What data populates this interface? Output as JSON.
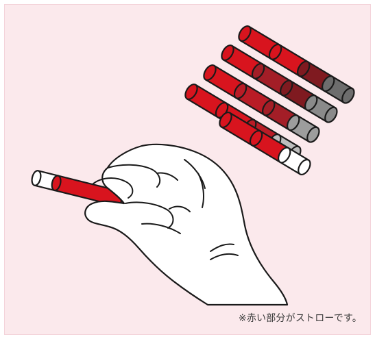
{
  "caption": "※赤い部分がストローです。",
  "colors": {
    "background": "#fbe9ec",
    "straw_red": "#d8141e",
    "segment_colors": [
      "#d8141e",
      "#a31e27",
      "#7f1a20",
      "#6d6d6d",
      "#9d9d9d",
      "#ffffff"
    ],
    "outline": "#1a1a1a"
  },
  "icons": [
    "straw-cartridge-illustration",
    "hand-holding-straw-illustration"
  ]
}
